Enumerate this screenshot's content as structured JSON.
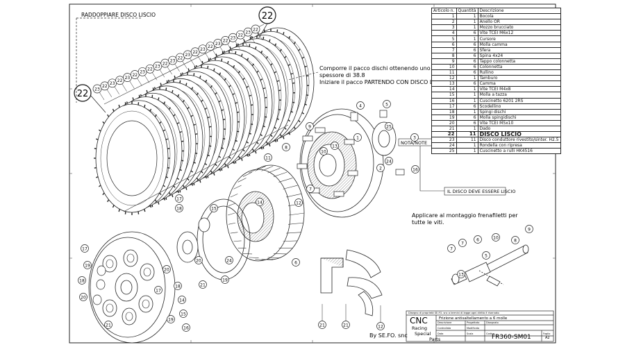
{
  "title_block": {
    "copyright": "Disegno di proprietà SE.FO. snc a termini di legge ogni diritto è riservato",
    "logo_text": "CNC",
    "logo_sub1": "Racing",
    "logo_sub2": "Special",
    "logo_sub3": "Parts",
    "company": "By SE.FO. snc",
    "description": "Frizione antisaltellamento a 6 molle",
    "drawing_number": "FR360-SM01",
    "sheet_size": "A2",
    "field_labels": [
      "Descrizione",
      "Progettato",
      "Disegnato",
      "Controllato",
      "Modificato",
      "Data",
      "Scala",
      "Codice",
      "Foglio"
    ]
  },
  "bom": {
    "headers": [
      "Articolo n.",
      "Quantità",
      "Descrizione"
    ],
    "rows": [
      [
        "1",
        "1",
        "Bocola"
      ],
      [
        "2",
        "1",
        "Anello OR"
      ],
      [
        "3",
        "1",
        "Mozzo brucciato"
      ],
      [
        "4",
        "6",
        "Vite TCEI M6x12"
      ],
      [
        "5",
        "1",
        "Cursore"
      ],
      [
        "6",
        "6",
        "Molla camma"
      ],
      [
        "7",
        "6",
        "Sfera"
      ],
      [
        "8",
        "6",
        "Spina 4x24"
      ],
      [
        "9",
        "6",
        "Tappo colonnetta"
      ],
      [
        "10",
        "6",
        "Colonnetta"
      ],
      [
        "11",
        "6",
        "Rullino"
      ],
      [
        "12",
        "1",
        "Tamburo"
      ],
      [
        "13",
        "6",
        "Camma"
      ],
      [
        "14",
        "1",
        "Vite TCEI M4x8"
      ],
      [
        "15",
        "1",
        "Molla a tazza"
      ],
      [
        "16",
        "1",
        "Cuscinetto 6201 2RS"
      ],
      [
        "17",
        "6",
        "Scodellino"
      ],
      [
        "18",
        "1",
        "Spingi dischi"
      ],
      [
        "19",
        "6",
        "Molla spingidischi"
      ],
      [
        "20",
        "6",
        "Vite TCEI M5x10"
      ],
      [
        "21",
        "1",
        "Dado"
      ],
      [
        "22",
        "11",
        "DISCO LISCIO"
      ],
      [
        "23",
        "11",
        "Disco conduttore rivestito/sinter. H2.5"
      ],
      [
        "24",
        "1",
        "Rondella con ripresa"
      ],
      [
        "25",
        "1",
        "Cuscinetto a rulli HK4516"
      ]
    ]
  },
  "notes": {
    "raddoppiare": "RADDOPPIARE DISCO LISCIO",
    "comporre_1": "Comporre il pacco dischi ottenendo uno",
    "comporre_2": "spessore di 38.8",
    "comporre_3": "Iniziare il pacco PARTENDO CON DISCO LISCIO",
    "nota_tag": "NOTA/NOTE",
    "disco_note": "IL DISCO DEVE ESSERE LISCIO",
    "frenafiletti_1": "Applicare al montaggio frenafiletti per",
    "frenafiletti_2": "tutte le viti."
  },
  "balloons": {
    "big_22": "22",
    "plates": [
      "23",
      "22",
      "23",
      "22",
      "23",
      "22",
      "23",
      "22",
      "23",
      "22",
      "23",
      "22",
      "23",
      "22",
      "23",
      "22",
      "23",
      "22",
      "23",
      "22",
      "23",
      "22"
    ],
    "clutch": [
      "4",
      "1",
      "25",
      "5",
      "3",
      "24",
      "2",
      "16",
      "12",
      "11",
      "7",
      "8",
      "9",
      "10",
      "13",
      "14",
      "15",
      "17",
      "18",
      "19",
      "20",
      "21",
      "6"
    ],
    "pressure": [
      "17",
      "19",
      "18",
      "20",
      "20",
      "17",
      "18",
      "14",
      "15",
      "19",
      "21",
      "16",
      "24"
    ],
    "sub": [
      "9",
      "8",
      "10",
      "6",
      "7",
      "7",
      "13",
      "5"
    ],
    "bottom": [
      "21",
      "21",
      "12"
    ]
  }
}
